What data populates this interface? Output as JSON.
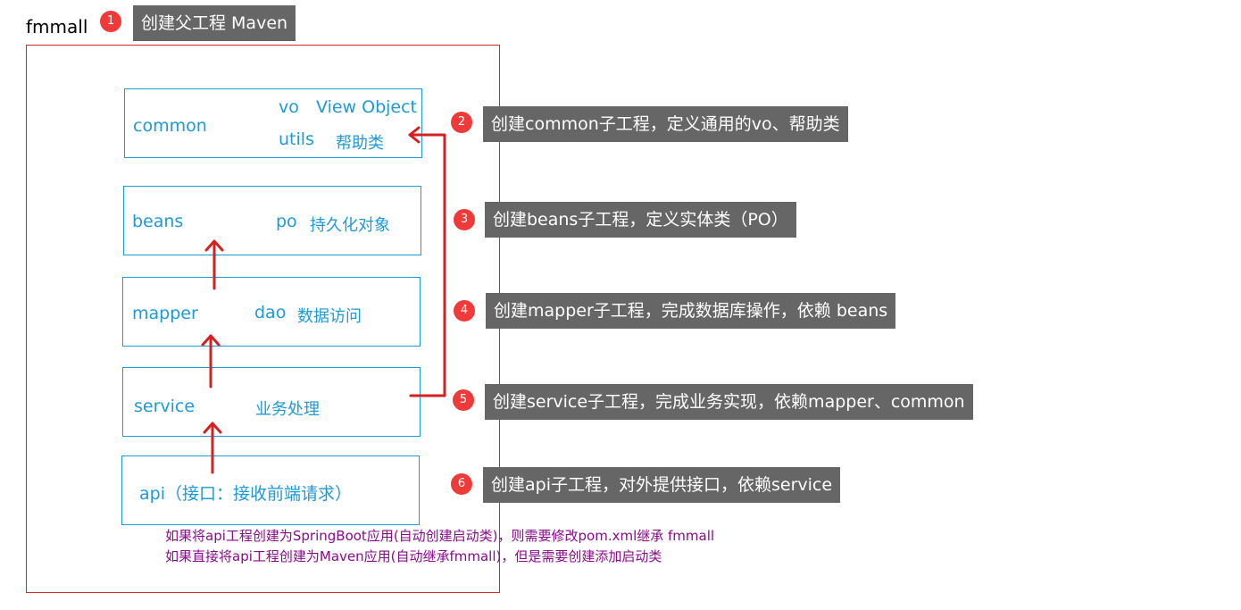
{
  "root": {
    "label": "fmmall"
  },
  "modules": {
    "common": {
      "name": "common",
      "vo": "vo",
      "vo_desc": "View Object",
      "utils": "utils",
      "utils_desc": "帮助类"
    },
    "beans": {
      "name": "beans",
      "po": "po",
      "po_desc": "持久化对象"
    },
    "mapper": {
      "name": "mapper",
      "dao": "dao",
      "dao_desc": "数据访问"
    },
    "service": {
      "name": "service",
      "desc": "业务处理"
    },
    "api": {
      "name": "api（接口：接收前端请求）"
    }
  },
  "steps": [
    {
      "num": "1",
      "text": "创建父工程  Maven"
    },
    {
      "num": "2",
      "text": "创建common子工程，定义通用的vo、帮助类"
    },
    {
      "num": "3",
      "text": "创建beans子工程，定义实体类（PO）"
    },
    {
      "num": "4",
      "text": "创建mapper子工程，完成数据库操作，依赖 beans"
    },
    {
      "num": "5",
      "text": "创建service子工程，完成业务实现，依赖mapper、common"
    },
    {
      "num": "6",
      "text": "创建api子工程，对外提供接口，依赖service"
    }
  ],
  "notes": [
    "如果将api工程创建为SpringBoot应用(自动创建启动类)，则需要修改pom.xml继承 fmmall",
    "如果直接将api工程创建为Maven应用(自动继承fmmall)，但是需要创建添加启动类"
  ],
  "colors": {
    "module_border": "#1e9ad6",
    "container_border": "#cc2b2b",
    "arrow": "#d42020",
    "badge": "#f03a3a",
    "callout_bg": "#666666",
    "note_text": "#8b0a8b"
  }
}
